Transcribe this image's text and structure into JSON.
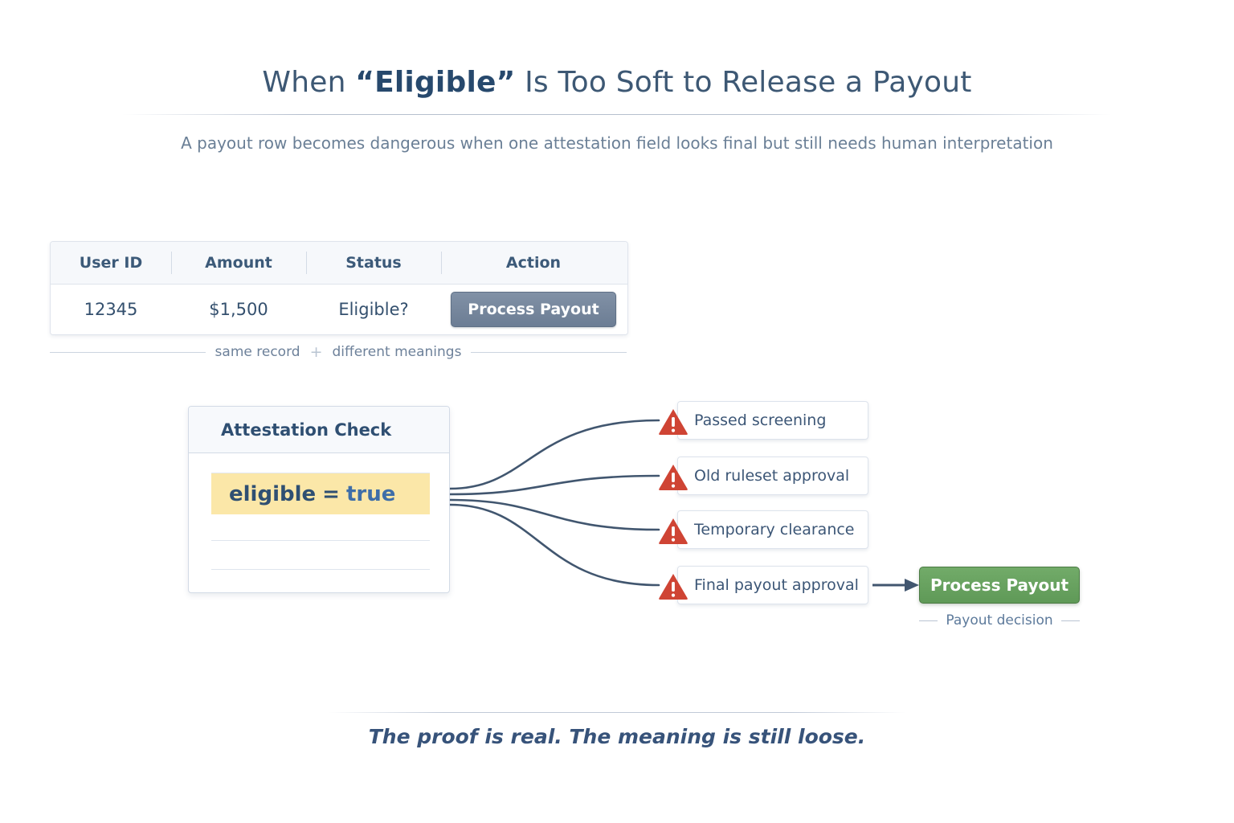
{
  "header": {
    "title_before": "When ",
    "title_highlight": "“Eligible”",
    "title_after": " Is Too Soft to Release a Payout",
    "subtitle": "A payout row becomes dangerous when one attestation field looks final but still needs human interpretation"
  },
  "record_table": {
    "columns": [
      "User ID",
      "Amount",
      "Status",
      "Action"
    ],
    "row": {
      "user_id": "12345",
      "amount": "$1,500",
      "status": "Eligible?",
      "action_label": "Process Payout"
    }
  },
  "divider": {
    "left_text": "same record",
    "plus": "+",
    "right_text": "different meanings"
  },
  "attestation_card": {
    "header": "Attestation Check",
    "field_key": "eligible",
    "field_eq": "=",
    "field_value": "true"
  },
  "interpretations": [
    {
      "label": "Passed screening",
      "icon": "warning-triangle-icon"
    },
    {
      "label": "Old ruleset approval",
      "icon": "warning-triangle-icon"
    },
    {
      "label": "Temporary clearance",
      "icon": "warning-triangle-icon"
    },
    {
      "label": "Final payout approval",
      "icon": "warning-triangle-icon"
    }
  ],
  "decision": {
    "button_label": "Process Payout",
    "caption": "Payout decision"
  },
  "footer": {
    "text": "The proof is real. The meaning is still loose."
  },
  "colors": {
    "title_navy": "#27496d",
    "body_blue": "#3c5676",
    "highlight_yellow": "#fbe7a8",
    "warning_red": "#cf4434",
    "approve_green": "#6aa563",
    "gray_button": "#6c7d94",
    "connector_line": "#41566f"
  }
}
